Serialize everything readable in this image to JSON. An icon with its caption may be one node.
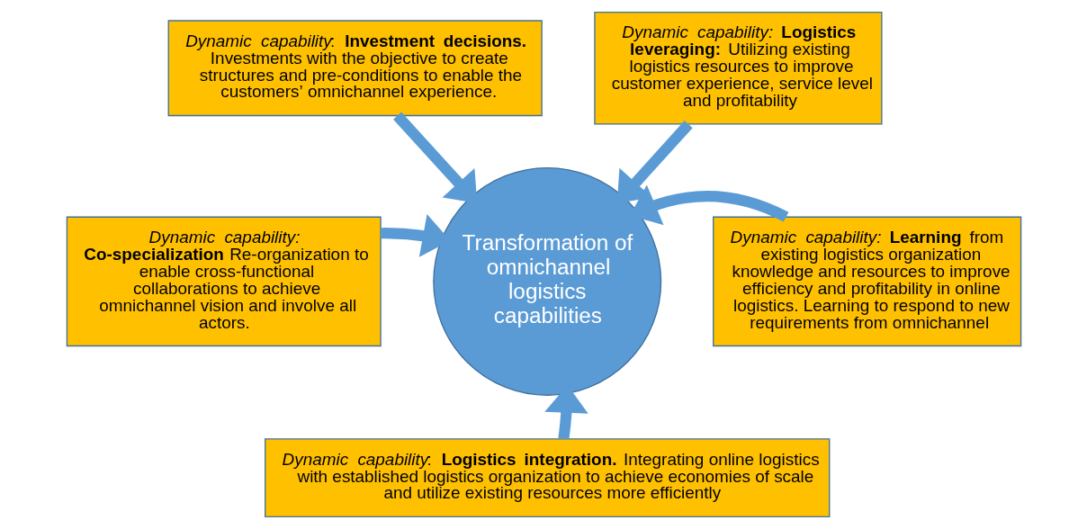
{
  "diagram": {
    "nodes": [
      {
        "text": [
          "*Dynamic capability*: **Investment decisions.** Investments with the objective to create structures and pre-conditions to enable the customers’ omnichannel experience."
        ]
      },
      {
        "text": [
          "*Dynamic capability:* **Logistics leveraging:** Utilizing existing logistics resources to improve customer experience, service level and profitability"
        ]
      },
      {
        "text": [
          "Transformation of omnichannel logistics capabilities"
        ]
      },
      {
        "text": [
          "*Dynamic capability:* **Co-specialization** Re-organization to enable cross-functional collaborations to achieve omnichannel vision and involve all actors."
        ]
      },
      {
        "text": [
          "*Dynamic capability:* **Learning** from existing logistics organization knowledge and resources to improve efficiency and profitability in online logistics. Learning to respond to new requirements from omnichannel"
        ]
      },
      {
        "text": [
          "*Dynamic capability*: **Logistics integration.** Integrating online logistics with established logistics organization to achieve economies of scale and utilize existing resources more efficiently"
        ]
      }
    ],
    "edges": [
      {
        "from": 0,
        "to": 2,
        "arrow": "to"
      },
      {
        "from": 1,
        "to": 2,
        "arrow": "to"
      },
      {
        "from": 3,
        "to": 2,
        "arrow": "to"
      },
      {
        "from": 4,
        "to": 2,
        "arrow": "to"
      },
      {
        "from": 5,
        "to": 2,
        "arrow": "to"
      }
    ]
  }
}
